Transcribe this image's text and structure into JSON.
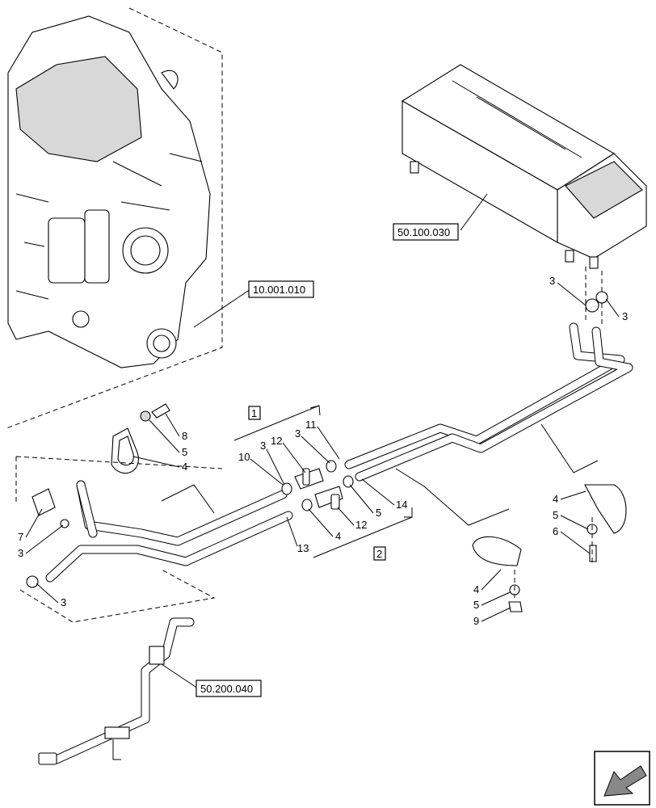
{
  "references": {
    "engine": "10.001.010",
    "heater_unit": "50.100.030",
    "pipe_assembly": "50.200.040"
  },
  "groups": [
    "1",
    "2"
  ],
  "callouts": {
    "c3_top_left": "3",
    "c3_top_right": "3",
    "c8": "8",
    "c5_left": "5",
    "c4_left": "4",
    "c10": "10",
    "c3_mid_a": "3",
    "c12_top": "12",
    "c3_mid_b": "3",
    "c11": "11",
    "c7": "7",
    "c3_left_a": "3",
    "c3_left_b": "3",
    "c13": "13",
    "c4_mid": "4",
    "c12_bottom": "12",
    "c5_mid": "5",
    "c14": "14",
    "c4_right": "4",
    "c5_right": "5",
    "c6": "6",
    "c4_lower": "4",
    "c5_lower": "5",
    "c9": "9"
  }
}
